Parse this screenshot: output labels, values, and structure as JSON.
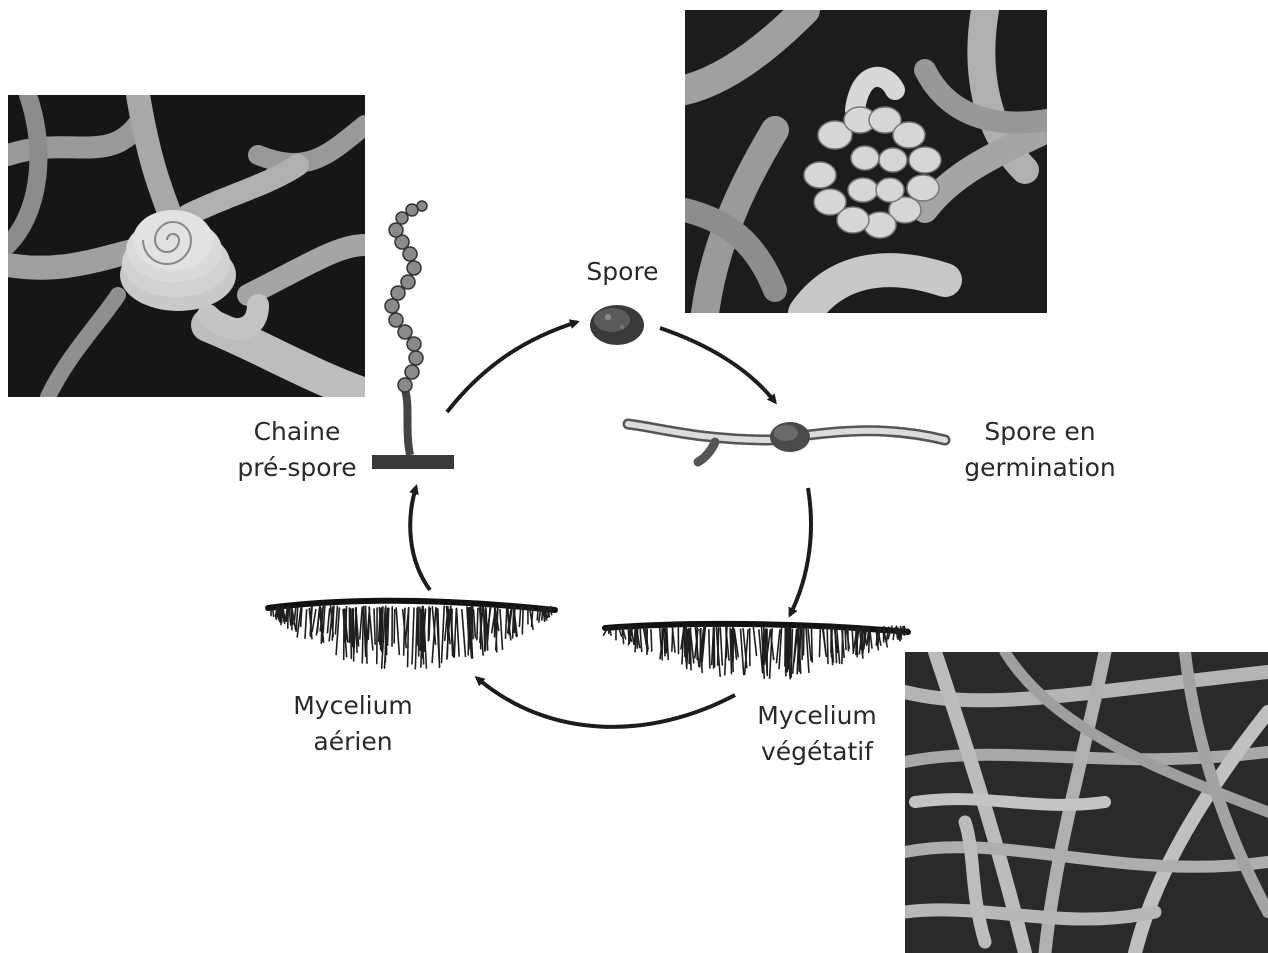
{
  "labels": {
    "spore": "Spore",
    "germination_line1": "Spore en",
    "germination_line2": "germination",
    "chain_line1": "Chaine",
    "chain_line2": "pré-spore",
    "aerial_line1": "Mycelium",
    "aerial_line2": "aérien",
    "vegetative_line1": "Mycelium",
    "vegetative_line2": "végétatif"
  },
  "icons": {
    "photo_spiral": "spiral-spore-chain-micrograph",
    "photo_spores": "spore-cluster-micrograph",
    "photo_hyphae": "hyphae-network-micrograph",
    "spore": "spore-icon",
    "germinating_spore": "germinating-spore-icon",
    "spore_chain": "spore-chain-icon",
    "aerial_mycelium": "aerial-mycelium-icon",
    "vegetative_mycelium": "vegetative-mycelium-icon",
    "arrow": "arrow-icon"
  },
  "colors": {
    "background": "#ffffff",
    "text": "#2a2a2a",
    "arrow": "#1c1c1c",
    "photo_bg": "#1a1a1a",
    "hypha": "#b8b8b8"
  }
}
